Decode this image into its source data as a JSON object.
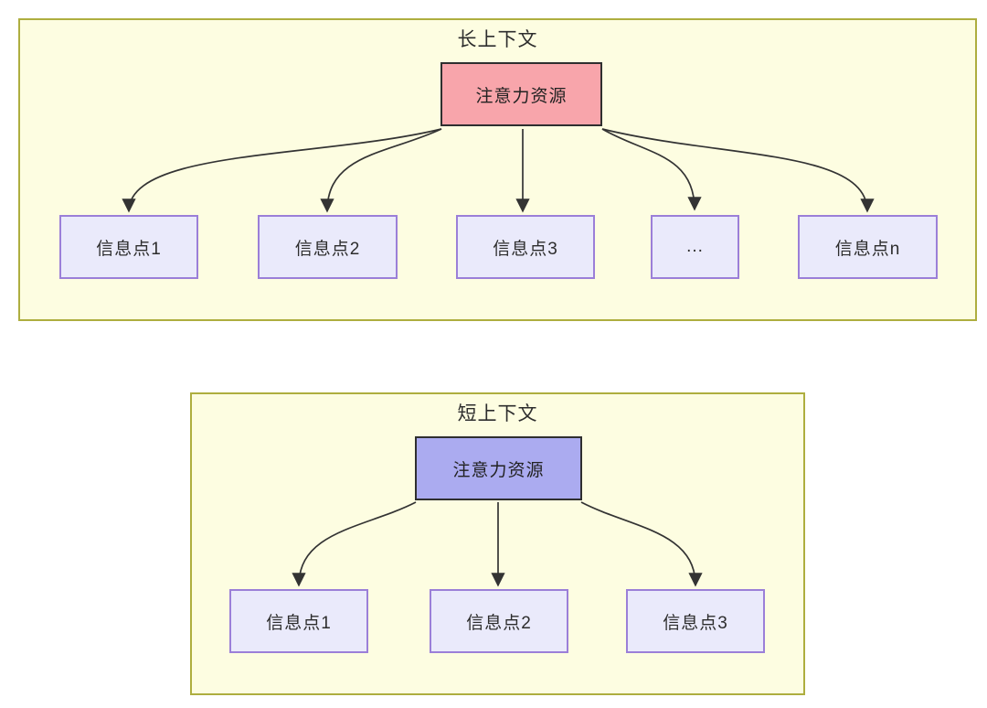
{
  "diagram": {
    "description_colors": {
      "panel_fill": "#fdfde1",
      "panel_border": "#aeae3f",
      "node_fill": "#eaeafb",
      "node_border": "#9b7fd8",
      "arrow_color": "#333333",
      "long_attention_fill": "#f8a5ab",
      "short_attention_fill": "#ababf0"
    },
    "panels": [
      {
        "title": "长上下文",
        "attention": {
          "label": "注意力资源",
          "fill": "#f8a5ab"
        },
        "nodes": [
          {
            "label": "信息点1"
          },
          {
            "label": "信息点2"
          },
          {
            "label": "信息点3"
          },
          {
            "label": "..."
          },
          {
            "label": "信息点n"
          }
        ]
      },
      {
        "title": "短上下文",
        "attention": {
          "label": "注意力资源",
          "fill": "#ababf0"
        },
        "nodes": [
          {
            "label": "信息点1"
          },
          {
            "label": "信息点2"
          },
          {
            "label": "信息点3"
          }
        ]
      }
    ]
  }
}
